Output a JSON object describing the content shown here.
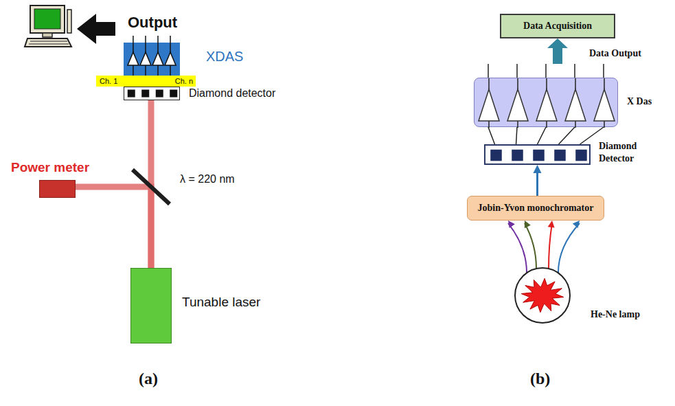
{
  "diagram": {
    "nodes": [
      {
        "text": [
          "XDAS"
        ]
      },
      {
        "text": [
          "Ch. 1",
          "Ch. n"
        ]
      },
      {
        "text": [
          "Diamond detector"
        ]
      },
      {
        "text": [
          "Power meter"
        ]
      },
      {
        "text": [
          "Tunable laser"
        ]
      },
      {
        "text": [
          "Data Acquisition"
        ]
      },
      {
        "text": [
          "X Das"
        ]
      },
      {
        "text": [
          "Diamond Detector"
        ]
      },
      {
        "text": [
          "Jobin-Yvon monochromator"
        ]
      },
      {
        "text": [
          "He-Ne lamp"
        ]
      }
    ],
    "edges": [
      {
        "from": 2,
        "to": 0,
        "arrow": "none"
      },
      {
        "from": 4,
        "to": 2,
        "arrow": "none"
      },
      {
        "from": 4,
        "to": 3,
        "arrow": "none"
      },
      {
        "from": 6,
        "to": 5,
        "arrow": "to",
        "label": "Data Output"
      },
      {
        "from": 7,
        "to": 6,
        "arrow": "none"
      },
      {
        "from": 8,
        "to": 7,
        "arrow": "to"
      },
      {
        "from": 9,
        "to": 8,
        "arrow": "to"
      },
      {
        "from": 9,
        "to": 8,
        "arrow": "to"
      },
      {
        "from": 9,
        "to": 8,
        "arrow": "to"
      },
      {
        "from": 9,
        "to": 8,
        "arrow": "to"
      }
    ],
    "labels": [
      "Output",
      "λ = 220 nm",
      "(a)",
      "(b)"
    ]
  }
}
